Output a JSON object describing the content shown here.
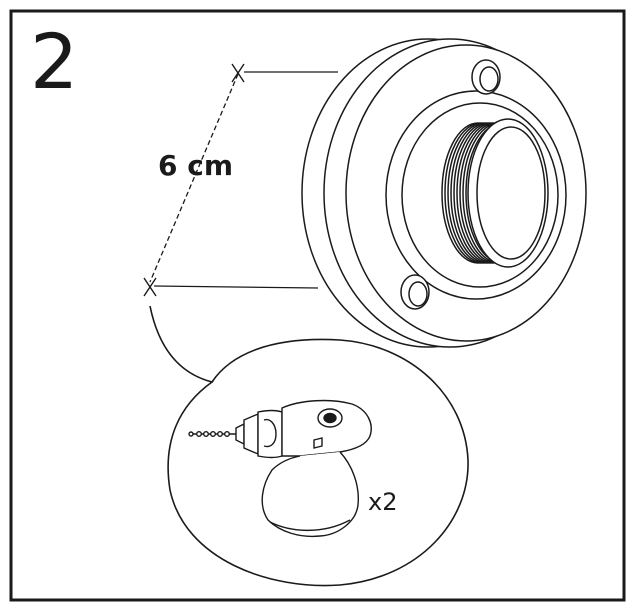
{
  "step": {
    "number": "2"
  },
  "measurement": {
    "label": "6 cm"
  },
  "drill": {
    "quantity_label": "x2"
  },
  "icons": [
    "mounting-flange-icon",
    "drill-icon",
    "drill-mark-icon"
  ],
  "colors": {
    "line": "#1a1a1a",
    "background": "#ffffff"
  }
}
